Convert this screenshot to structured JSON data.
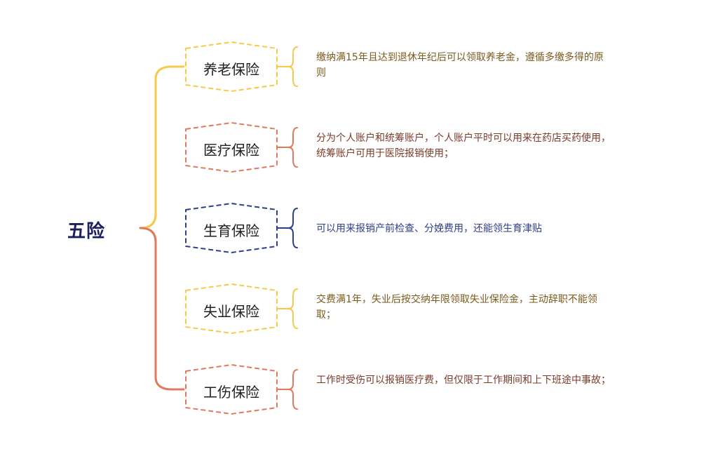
{
  "root": {
    "label": "五险"
  },
  "items": [
    {
      "label": "养老保险",
      "desc": "缴纳满15年且达到退休年纪后可以领取养老金，遵循多缴多得的原则",
      "color": "#f7c948",
      "text_color": "#7a5a1e"
    },
    {
      "label": "医疗保险",
      "desc": "分为个人账户和统筹账户，个人账户平时可以用来在药店买药使用，统筹账户可用于医院报销使用；",
      "color": "#e07a5f",
      "text_color": "#7a3a2a"
    },
    {
      "label": "生育保险",
      "desc": "可以用来报销产前检查、分娩费用，还能领生育津贴",
      "color": "#2e3f8a",
      "text_color": "#2e3f8a"
    },
    {
      "label": "失业保险",
      "desc": "交费满1年，失业后按交纳年限领取失业保险金，主动辞职不能领取；",
      "color": "#f7c948",
      "text_color": "#7a5a1e"
    },
    {
      "label": "工伤保险",
      "desc": "工作时受伤可以报销医疗费，但仅限于工作期间和上下班途中事故；",
      "color": "#e07a5f",
      "text_color": "#7a3a2a"
    }
  ]
}
